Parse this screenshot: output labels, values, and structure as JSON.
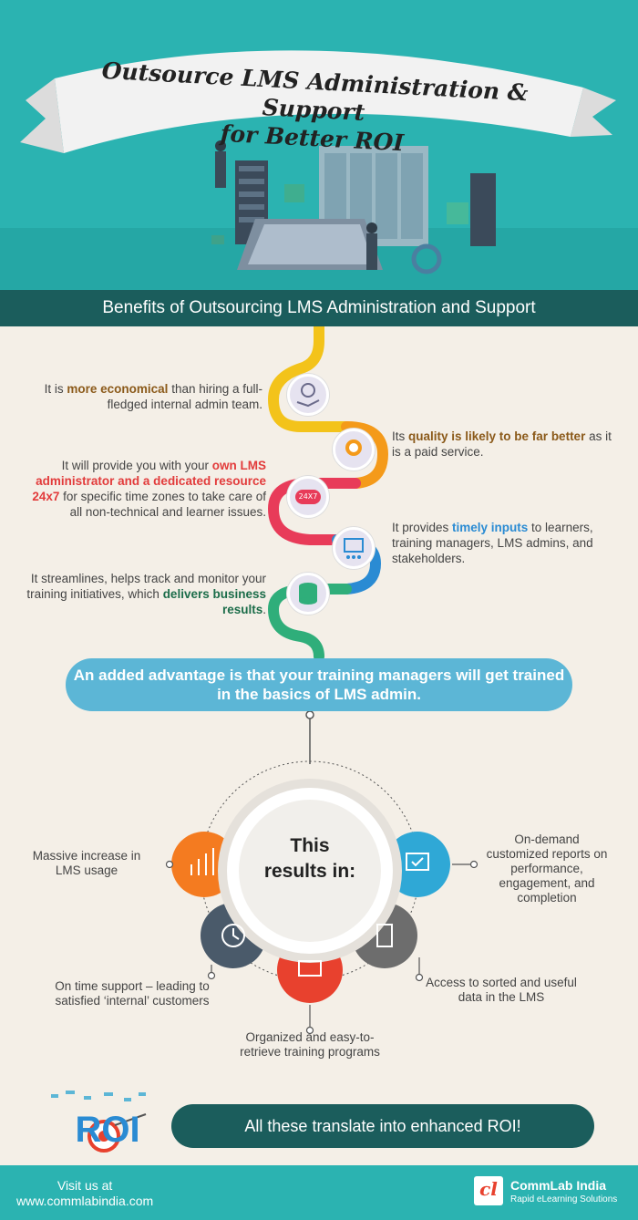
{
  "header": {
    "title_line1": "Outsource LMS Administration & Support",
    "title_line2": "for Better ROI"
  },
  "benefits_title": "Benefits of Outsourcing LMS Administration and Support",
  "benefits": [
    {
      "pre": "It is ",
      "hl": "more economical",
      "post": " than hiring a full-fledged internal admin team."
    },
    {
      "pre": "Its ",
      "hl": "quality is likely to be far better",
      "post": " as it is a paid service."
    },
    {
      "pre": "It will provide you with your ",
      "hl": "own LMS administrator and a dedicated resource 24x7",
      "post": " for specific time zones to take care of all non-technical and learner issues."
    },
    {
      "pre": "It provides ",
      "hl": "timely inputs",
      "post": " to learners, training managers, LMS admins, and stakeholders."
    },
    {
      "pre": "It streamlines, helps track and monitor your training initiatives, which ",
      "hl": "delivers business results",
      "post": "."
    }
  ],
  "badge_24x7": "24X7",
  "advantage": "An added advantage is that your training managers will get trained in the basics of LMS admin.",
  "results_center_line1": "This",
  "results_center_line2": "results in:",
  "results": [
    "Massive increase in LMS usage",
    "On-demand customized reports on performance, engagement, and completion",
    "On time support – leading to satisfied ‘internal’ customers",
    "Access to sorted and useful data in the LMS",
    "Organized and easy-to-retrieve training programs"
  ],
  "roi_word": "ROI",
  "roi": "All these translate into enhanced ROI!",
  "footer": {
    "visit_line1": "Visit us at",
    "visit_line2": "www.commlabindia.com",
    "brand": "CommLab India",
    "tagline": "Rapid eLearning Solutions",
    "logo_letters": "cl"
  },
  "colors": {
    "teal": "#2bb3b1",
    "dark_teal": "#1b5d5c",
    "cream": "#f4efe7",
    "advantage_blue": "#5cb6d6",
    "orange": "#f47b20",
    "red": "#e8412e",
    "grey": "#6d6d6d",
    "slate": "#4a5a6a",
    "sky": "#2fa8d6"
  }
}
